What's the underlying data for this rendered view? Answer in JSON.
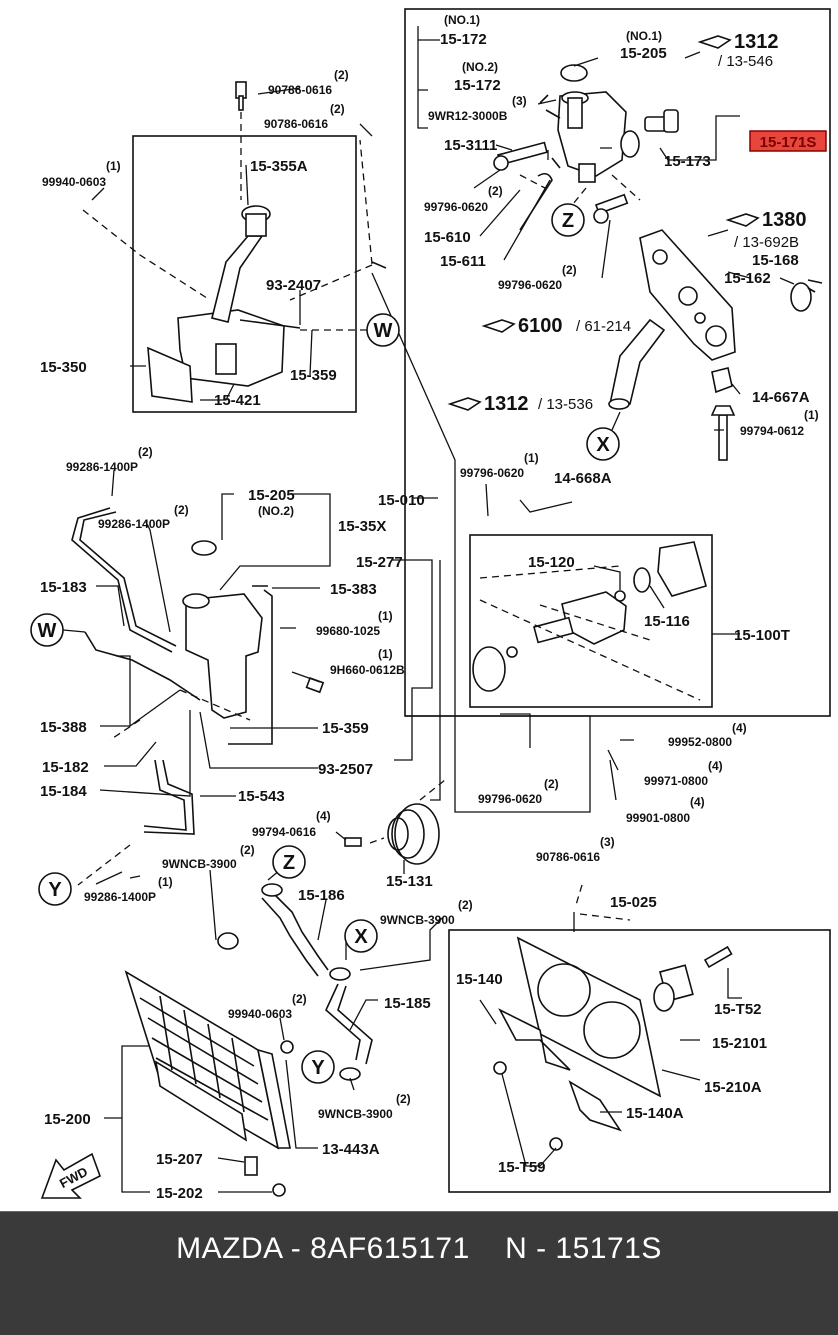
{
  "diagram": {
    "labels": {
      "no1_172": "(NO.1)",
      "p15_172_a": "15-172",
      "no2_172": "(NO.2)",
      "p15_172_b": "15-172",
      "q3": "(3)",
      "p9wr12": "9WR12-3000B",
      "no1_205": "(NO.1)",
      "p15_205_a": "15-205",
      "ref1312_a": "1312",
      "ref1312_a_sub": "/ 13-546",
      "hl_15171s": "15-171S",
      "p15_3111": "15-3111",
      "p15_173": "15-173",
      "q2_a": "(2)",
      "p99796_0620_a": "99796-0620",
      "p15_610": "15-610",
      "p15_611": "15-611",
      "q2_b": "(2)",
      "p99796_0620_b": "99796-0620",
      "ref1380": "1380",
      "ref1380_sub": "/ 13-692B",
      "p15_168": "15-168",
      "p15_162": "15-162",
      "ref6100": "6100",
      "ref6100_sub": "/ 61-214",
      "ref1312_b": "1312",
      "ref1312_b_sub": "/ 13-536",
      "p14_667a": "14-667A",
      "q1_a": "(1)",
      "p99794_0612": "99794-0612",
      "q2_c": "(2)",
      "p90786_0616_a": "90786-0616",
      "q2_d": "(2)",
      "p90786_0616_b": "90786-0616",
      "q1_b": "(1)",
      "p99940_0603_a": "99940-0603",
      "p15_355a": "15-355A",
      "p93_2407": "93-2407",
      "p15_350": "15-350",
      "p15_359_a": "15-359",
      "p15_421": "15-421",
      "q2_e": "(2)",
      "p99286_1400p_a": "99286-1400P",
      "q2_f": "(2)",
      "p99286_1400p_b": "99286-1400P",
      "p15_205_b": "15-205",
      "no2_205": "(NO.2)",
      "p15_35x": "15-35X",
      "p15_010": "15-010",
      "q1_c": "(1)",
      "p99796_0620_c": "99796-0620",
      "p14_668a": "14-668A",
      "p15_183": "15-183",
      "p15_277": "15-277",
      "p15_383": "15-383",
      "q1_d": "(1)",
      "p99680_1025": "99680-1025",
      "q1_e": "(1)",
      "p9h660": "9H660-0612B",
      "p15_120": "15-120",
      "p15_116": "15-116",
      "p15_100t": "15-100T",
      "p15_388": "15-388",
      "p15_359_b": "15-359",
      "p15_182": "15-182",
      "p93_2507": "93-2507",
      "p15_184": "15-184",
      "p15_543": "15-543",
      "q4_a": "(4)",
      "p99952_0800": "99952-0800",
      "q4_b": "(4)",
      "p99971_0800": "99971-0800",
      "q2_g": "(2)",
      "p99796_0620_d": "99796-0620",
      "q4_c": "(4)",
      "p99901_0800": "99901-0800",
      "q4_d": "(4)",
      "p99794_0616": "99794-0616",
      "q2_h": "(2)",
      "p9wncb_a": "9WNCB-3900",
      "p15_131": "15-131",
      "p15_186": "15-186",
      "q1_f": "(1)",
      "p99286_1400p_c": "99286-1400P",
      "q3_b": "(3)",
      "p90786_0616_c": "90786-0616",
      "q2_i": "(2)",
      "p9wncb_b": "9WNCB-3900",
      "p15_025": "15-025",
      "p15_140": "15-140",
      "p15_t52": "15-T52",
      "p15_185": "15-185",
      "q2_j": "(2)",
      "p99940_0603_b": "99940-0603",
      "p15_2101": "15-2101",
      "p15_200": "15-200",
      "q2_k": "(2)",
      "p9wncb_c": "9WNCB-3900",
      "p15_210a": "15-210A",
      "p13_443a": "13-443A",
      "p15_140a": "15-140A",
      "p15_207": "15-207",
      "p15_202": "15-202",
      "p15_t59": "15-T59",
      "fwd": "FWD"
    },
    "callouts": {
      "w1": "W",
      "w2": "W",
      "z1": "Z",
      "z2": "Z",
      "x1": "X",
      "x2": "X",
      "y1": "Y",
      "y2": "Y"
    },
    "colors": {
      "highlight_fill": "#e8463c",
      "highlight_stroke": "#8a0000",
      "footer_bg": "#3a3a3a"
    }
  },
  "footer": {
    "caption": "MAZDA - 8AF615171    N - 15171S"
  }
}
